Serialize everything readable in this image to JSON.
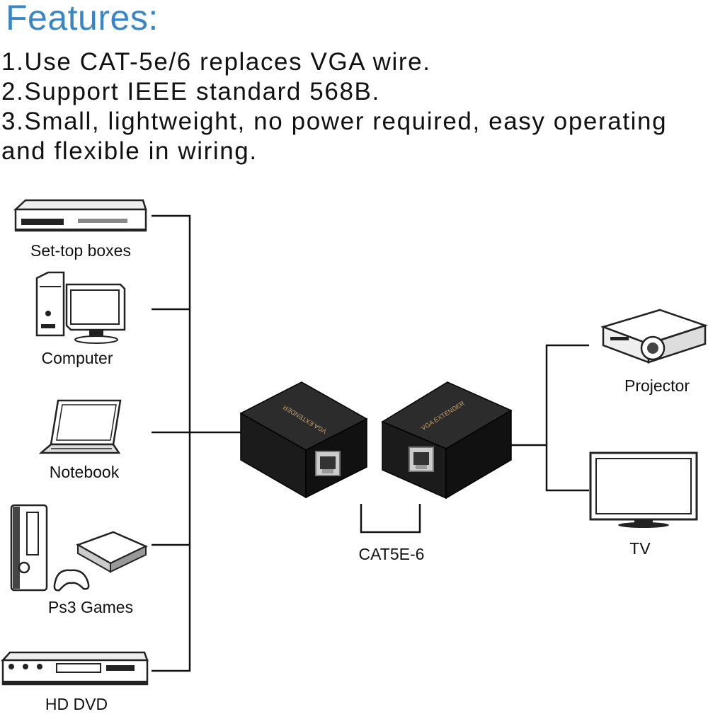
{
  "heading": "Features:",
  "features": [
    "1.Use CAT-5e/6 replaces VGA wire.",
    "2.Support IEEE standard 568B.",
    "3.Small, lightweight, no power required, easy operating",
    "and flexible in wiring."
  ],
  "sources": [
    "Set-top boxes",
    "Computer",
    "Notebook",
    "Ps3 Games",
    "HD DVD"
  ],
  "cable_label": "CAT5E-6",
  "outputs": [
    "Projector",
    "TV"
  ],
  "devices": {
    "transmitter_text": "VGA EXTENDER",
    "receiver_text": "VGA EXTENDER"
  },
  "colors": {
    "heading": "#3a86c4",
    "box": "#1b1b1b",
    "line": "#111111"
  }
}
